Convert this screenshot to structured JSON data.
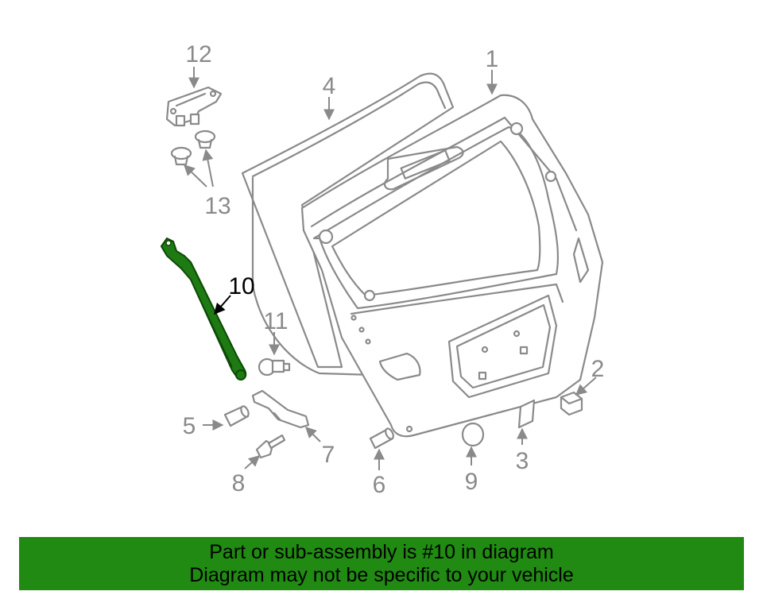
{
  "diagram": {
    "colors": {
      "line": "#8a8a8a",
      "highlight": "#1e7a12",
      "banner": "#208a12"
    },
    "callouts": [
      "1",
      "2",
      "3",
      "4",
      "5",
      "6",
      "7",
      "8",
      "9",
      "10",
      "11",
      "12",
      "13"
    ]
  },
  "banner": {
    "line1": "Part or sub-assembly is #10 in diagram",
    "line2": "Diagram may not be specific to your vehicle"
  }
}
